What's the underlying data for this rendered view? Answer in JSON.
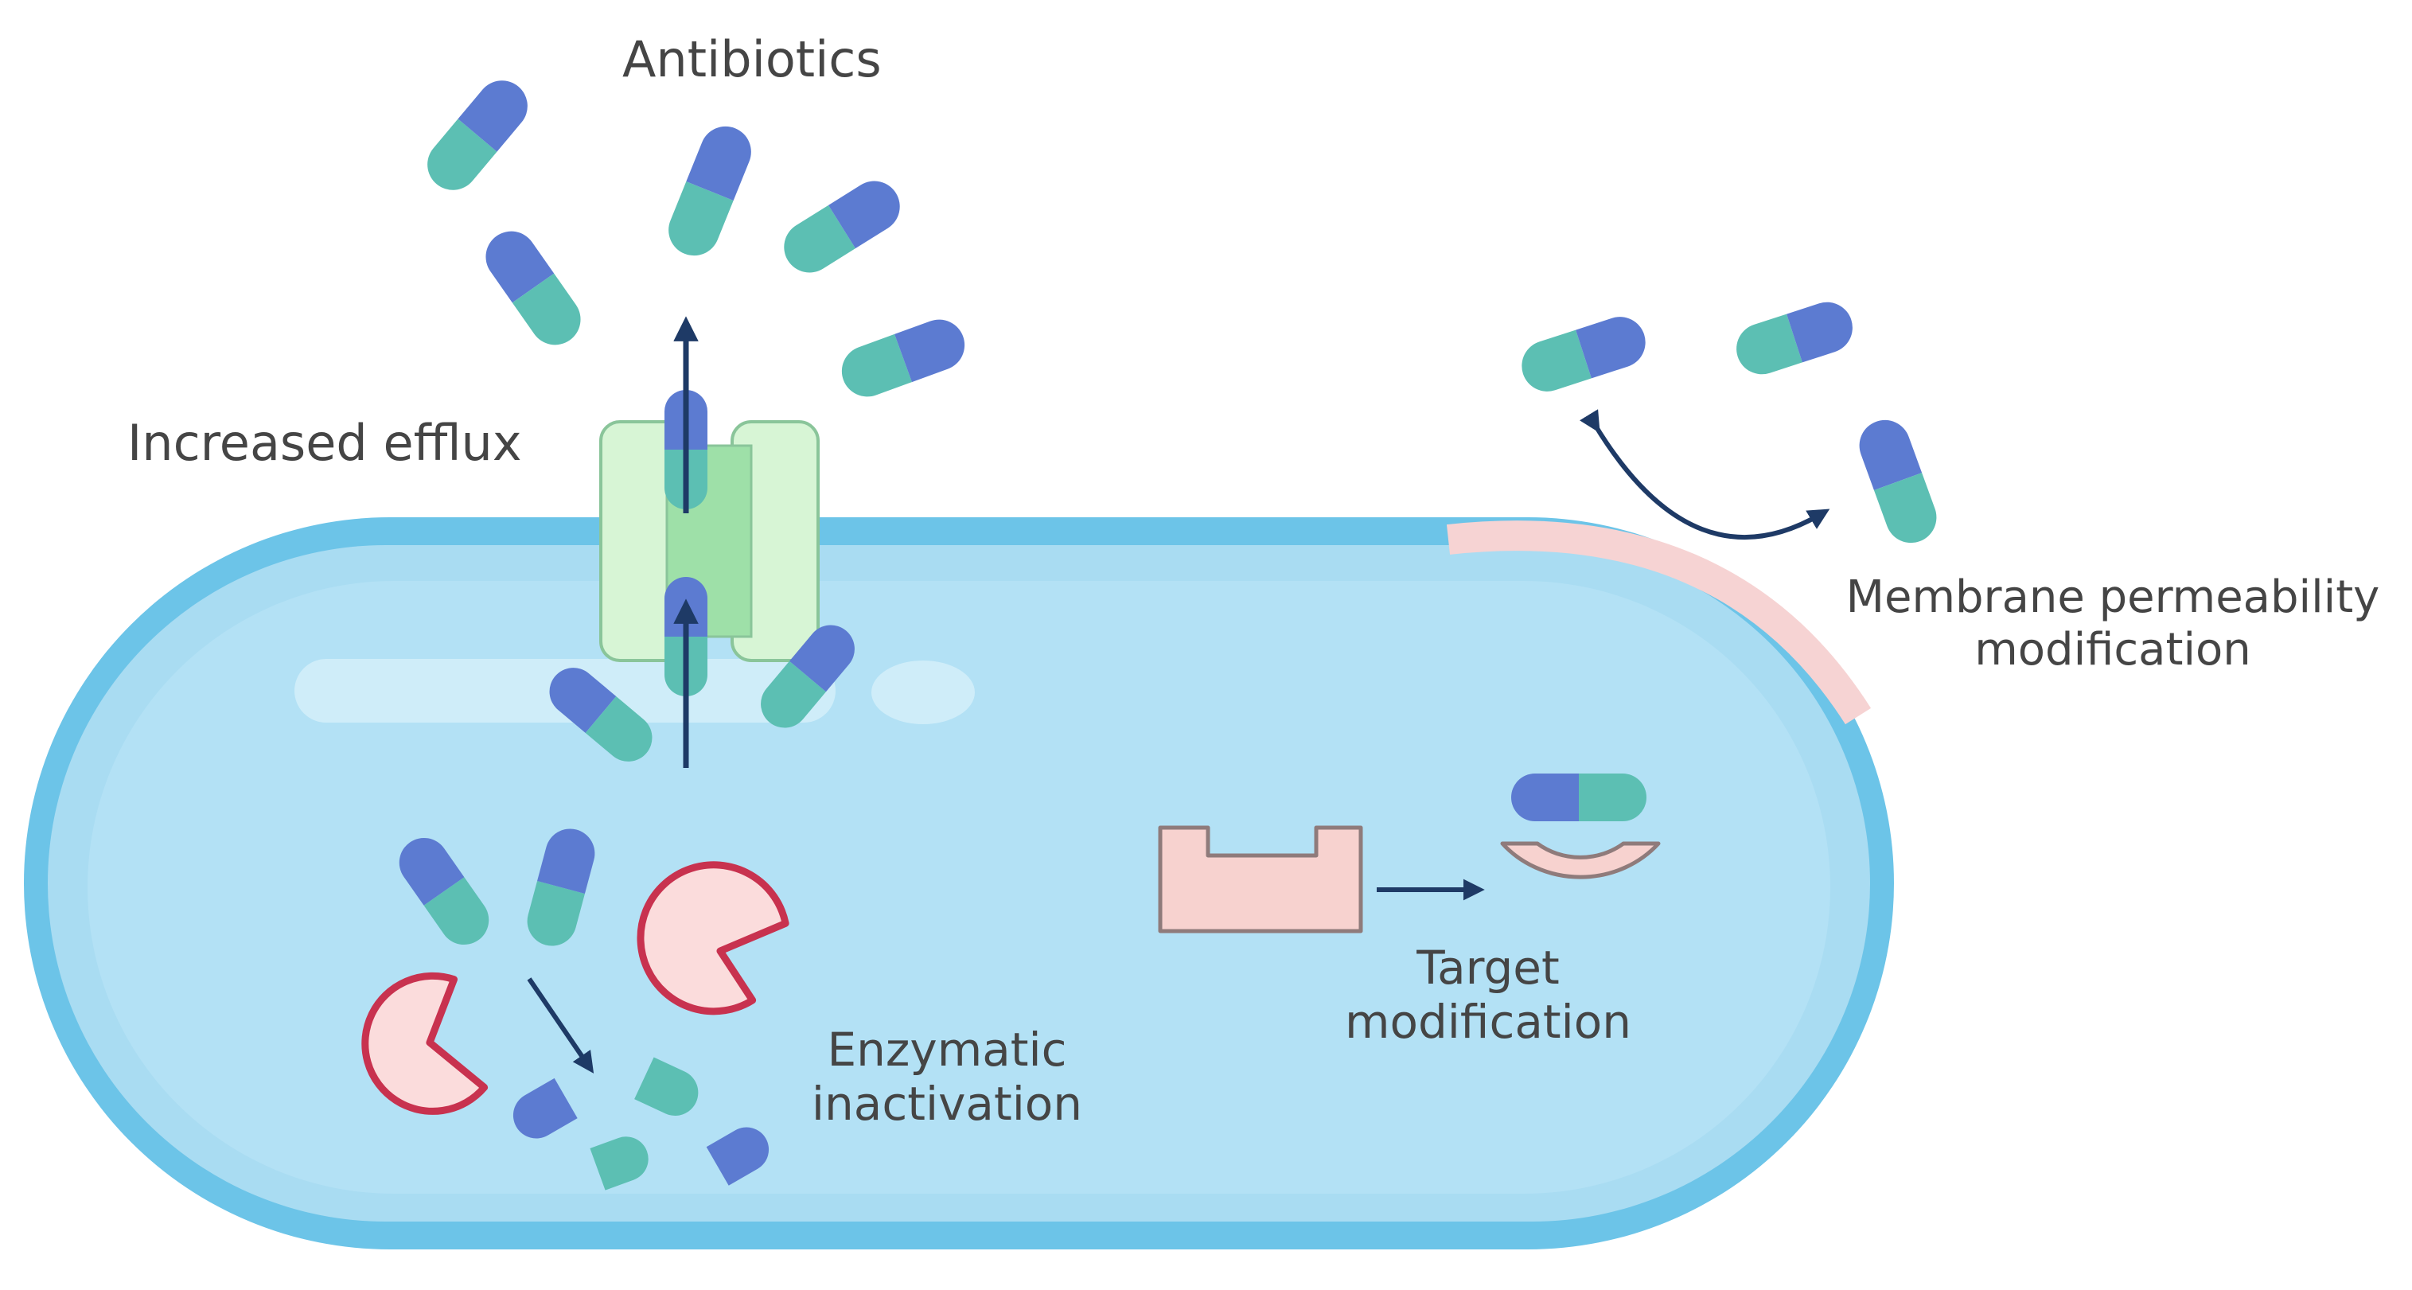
{
  "labels": {
    "antibiotics": "Antibiotics",
    "efflux": "Increased efflux",
    "membrane_line1": "Membrane permeability",
    "membrane_line2": "modification",
    "target_line1": "Target",
    "target_line2": "modification",
    "enzymatic_line1": "Enzymatic",
    "enzymatic_line2": "inactivation"
  },
  "colors": {
    "capsule_blue": "#5c7bd1",
    "capsule_teal": "#5cbfb3",
    "cell_fill": "#a8dcf3",
    "cell_inner": "#b4e2f6",
    "cell_wall": "#6cc4e8",
    "pink_membrane": "#f6d3d3",
    "enzyme_fill": "#fbdcdc",
    "enzyme_edge": "#c8324f",
    "target_fill": "#f7d2cf",
    "target_edge": "#8f7b7b",
    "pump_fill": "#d7f5d5",
    "pump_channel": "#9de0a8",
    "pump_edge": "#8ac59a",
    "arrow": "#1e3a66",
    "text": "#454545"
  }
}
